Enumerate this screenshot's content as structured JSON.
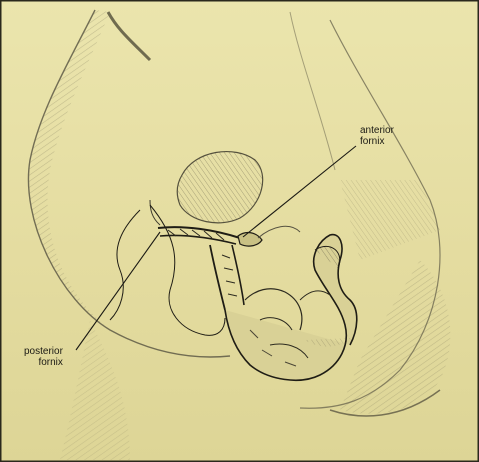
{
  "labels": {
    "anterior": {
      "line1": "anterior",
      "line2": "fornix"
    },
    "posterior": {
      "line1": "posterior",
      "line2": "fornix"
    }
  },
  "colors": {
    "paper": "#e6dfa4",
    "ink": "#1b1a14",
    "shade": "#8a8566",
    "frame": "#2a281c"
  }
}
